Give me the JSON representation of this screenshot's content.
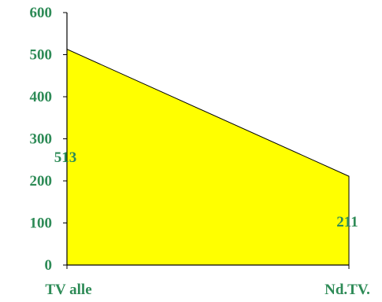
{
  "chart_data": {
    "type": "area",
    "categories": [
      "TV alle",
      "Nd.TV."
    ],
    "values": [
      513,
      211
    ],
    "data_labels": [
      "513",
      "211"
    ],
    "ylim": [
      0,
      600
    ],
    "yticks": [
      0,
      100,
      200,
      300,
      400,
      500,
      600
    ],
    "ytick_labels": [
      "0",
      "100",
      "200",
      "300",
      "400",
      "500",
      "600"
    ],
    "grid": false,
    "legend": "none",
    "title": "",
    "xlabel": "",
    "ylabel": ""
  },
  "colors": {
    "fill": "#ffff00",
    "outline": "#000000",
    "label": "#2e8b57",
    "axis": "#000000"
  }
}
